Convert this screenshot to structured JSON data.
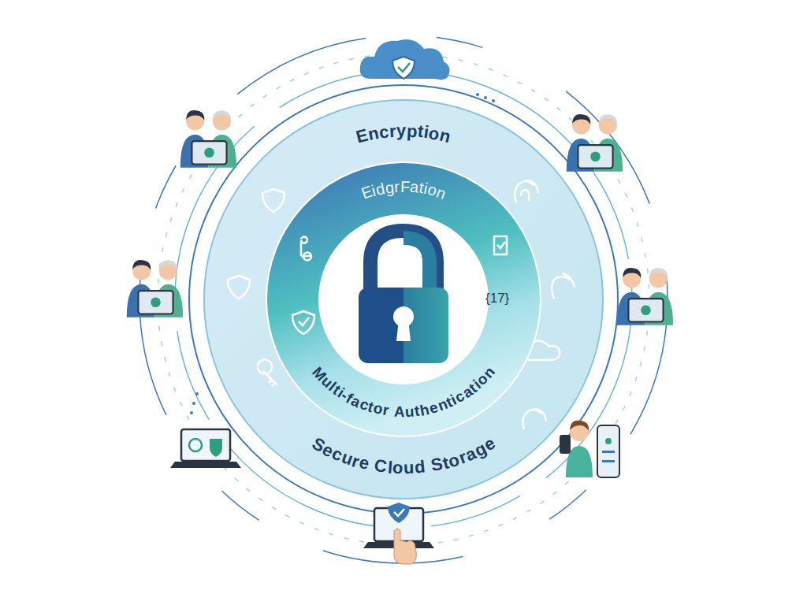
{
  "diagram": {
    "nodes": [
      {
        "text": [
          "Encryption",
          "Secure Cloud Storage"
        ]
      },
      {
        "text": [
          "EidgrFation",
          "Multi-factor Authentication"
        ],
        "in": 0
      }
    ],
    "labels": [
      "{17}"
    ]
  }
}
